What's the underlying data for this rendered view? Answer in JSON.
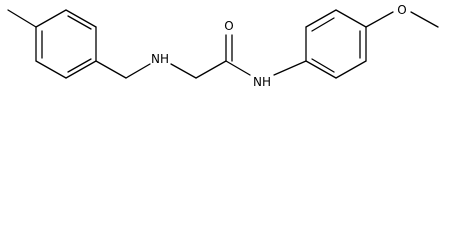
{
  "molecule": {
    "atoms": {
      "nh_amine": "NH",
      "nh_amide": "NH",
      "carbonyl_o": "O",
      "methoxy_o": "O"
    }
  }
}
